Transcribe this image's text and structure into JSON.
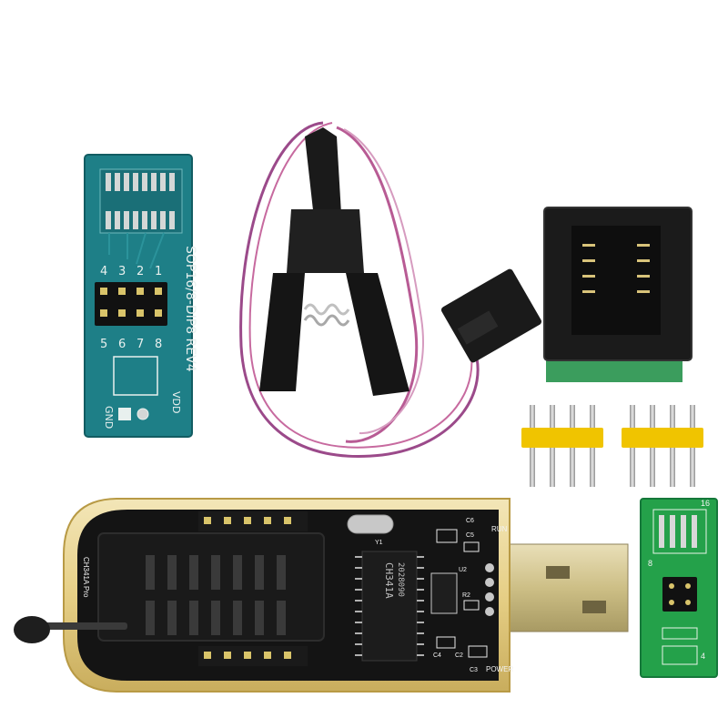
{
  "adapter_board": {
    "title": "SOP16/8-DIP8 REV4",
    "pin_numbers": [
      "4",
      "3",
      "2",
      "1"
    ],
    "bottom_pins": [
      "5",
      "6",
      "7",
      "8"
    ],
    "left_label": "GND",
    "right_label": "VDD"
  },
  "usb_programmer": {
    "chip_marking_1": "CH341A",
    "chip_marking_2": "2028090",
    "board_label": "CH341A Pro",
    "led_run": "RUN",
    "led_power": "POWER",
    "cap_labels": [
      "C6",
      "C5",
      "C4",
      "C2",
      "C3"
    ],
    "other_labels": [
      "Y1",
      "U2",
      "R2"
    ]
  },
  "small_adapter": {
    "top_pin": "16",
    "mid_pin": "8",
    "bottom_pin": "4"
  }
}
